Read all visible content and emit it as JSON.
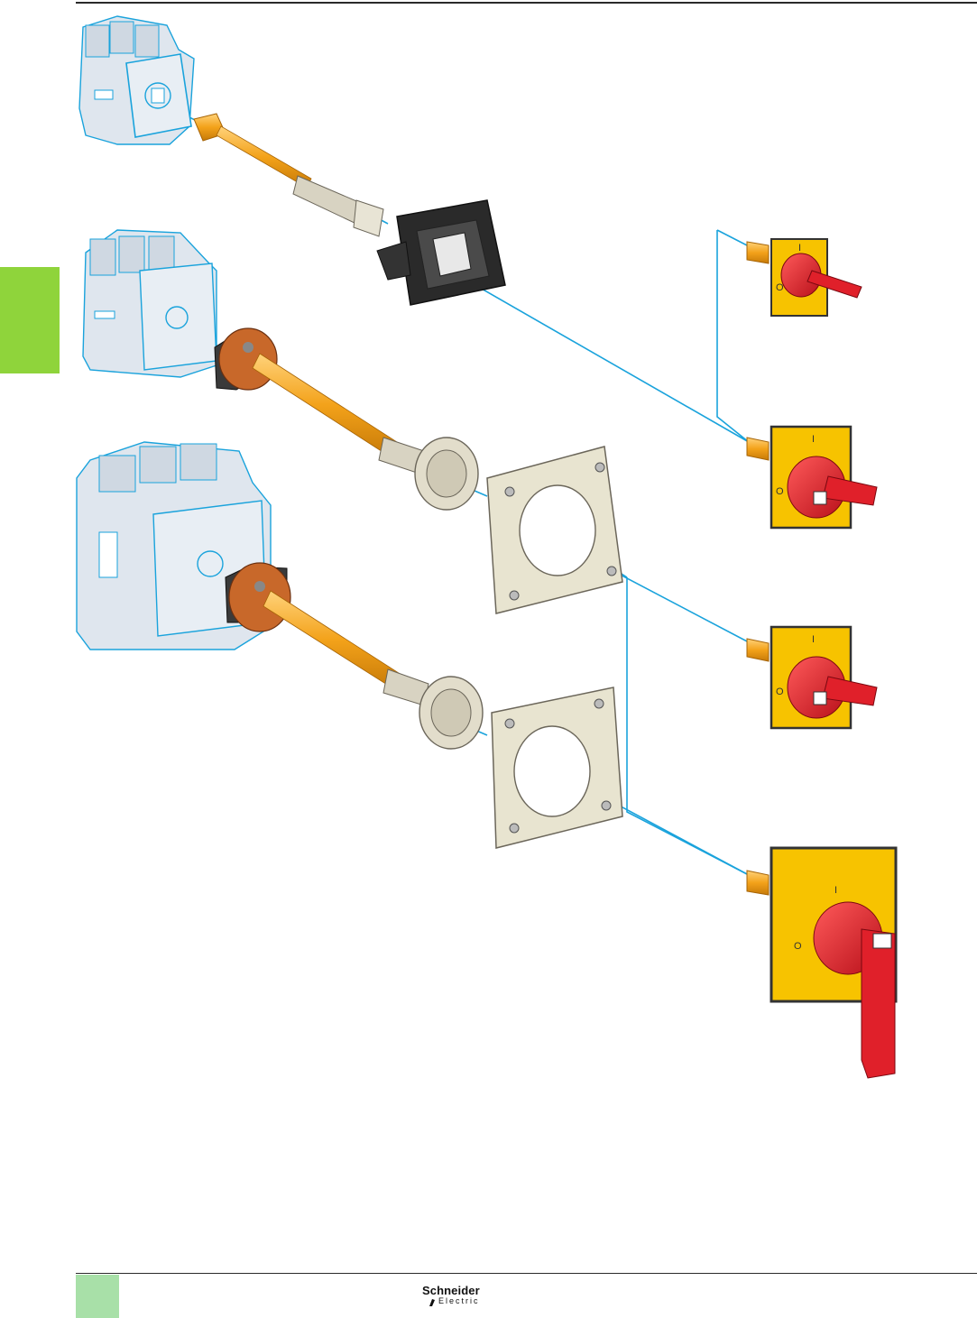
{
  "brand": {
    "name": "Schneider",
    "sub": "Electric"
  },
  "colors": {
    "leader": "#1aa3dc",
    "shaft": "#f3a21a",
    "handle_red": "#e0202a",
    "plate_yellow": "#f7c300",
    "accent_green": "#8fd43b",
    "footer_green": "#a8e0a8"
  },
  "handles": [
    {
      "pos_off": "O",
      "pos_on": "I"
    },
    {
      "pos_off": "O",
      "pos_on": "I"
    },
    {
      "pos_off": "O",
      "pos_on": "I"
    },
    {
      "pos_off": "O",
      "pos_on": "I"
    }
  ],
  "switches": [
    {
      "label": ""
    },
    {
      "label": ""
    },
    {
      "label": ""
    }
  ]
}
